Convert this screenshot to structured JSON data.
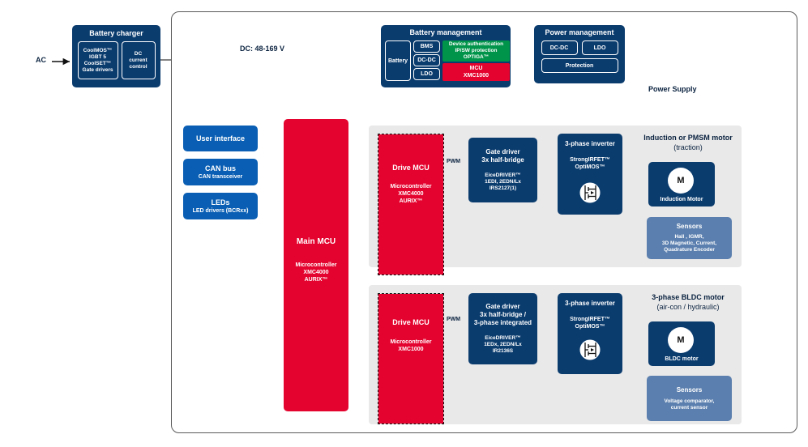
{
  "diagram": {
    "title": "Electric vehicle / motor control system block diagram",
    "colors": {
      "navy": "#0b3c6e",
      "blue": "#0a5fb4",
      "red": "#e4032e",
      "green": "#00944a",
      "slate": "#5b7fae",
      "panel": "#e9e9e9"
    }
  },
  "ac_input": {
    "label": "AC"
  },
  "battery_charger": {
    "title": "Battery charger",
    "left_block": [
      "CoolMOS™",
      "IGBT 5",
      "CoolSET™",
      "Gate drivers"
    ],
    "right_block": [
      "DC",
      "current",
      "control"
    ]
  },
  "dc_link": {
    "label": "DC: 48-169 V"
  },
  "battery_management": {
    "title": "Battery management",
    "battery": "Battery",
    "stack": [
      "BMS",
      "DC-DC",
      "LDO"
    ],
    "optiga": [
      "Device authentication",
      "IP/SW protection",
      "OPTIGA™"
    ],
    "mcu": [
      "MCU",
      "XMC1000"
    ]
  },
  "power_management": {
    "title": "Power management",
    "items": [
      "DC-DC",
      "LDO"
    ],
    "protection": "Protection"
  },
  "power_supply": {
    "label": "Power Supply"
  },
  "left_column": [
    {
      "title": "User interface",
      "sub": ""
    },
    {
      "title": "CAN bus",
      "sub": "CAN transceiver"
    },
    {
      "title": "LEDs",
      "sub": "LED drivers (BCRxx)"
    }
  ],
  "main_mcu": {
    "title": "Main MCU",
    "sub": [
      "Microcontroller",
      "XMC4000",
      "AURIX™"
    ]
  },
  "traction_path": {
    "drive_mcu": {
      "title": "Drive MCU",
      "sub": [
        "Microcontroller",
        "XMC4000",
        "AURIX™"
      ]
    },
    "pwm": "PWM",
    "gate_driver": {
      "title": [
        "Gate driver",
        "3x half-bridge"
      ],
      "sub": [
        "EiceDRIVER™",
        "1EDI, 2EDN/Lx",
        "IRS2127(1)"
      ]
    },
    "inverter": {
      "title": "3-phase inverter",
      "sub": [
        "StrongIRFET™",
        "OptiMOS™"
      ],
      "icon": "mosfet-icon"
    },
    "motor_heading": [
      "Induction or PMSM motor",
      "(traction)"
    ],
    "motor_symbol": "M",
    "motor_label": "Induction Motor",
    "sensors": {
      "title": "Sensors",
      "sub": [
        "Hall , IGMR,",
        "3D Magnetic, Current,",
        "Quadrature Encoder"
      ]
    }
  },
  "auxiliary_path": {
    "drive_mcu": {
      "title": "Drive MCU",
      "sub": [
        "Microcontroller",
        "XMC1000"
      ]
    },
    "pwm": "PWM",
    "gate_driver": {
      "title": [
        "Gate driver",
        "3x half-bridge /",
        "3-phase integrated"
      ],
      "sub": [
        "EiceDRIVER™",
        "1EDx, 2EDN/Lx",
        "IR2136S"
      ]
    },
    "inverter": {
      "title": "3-phase inverter",
      "sub": [
        "StrongIRFET™",
        "OptiMOS™"
      ],
      "icon": "mosfet-icon"
    },
    "motor_heading": [
      "3-phase BLDC motor",
      "(air-con / hydraulic)"
    ],
    "motor_symbol": "M",
    "motor_label": "BLDC motor",
    "sensors": {
      "title": "Sensors",
      "sub": [
        "Voltage comparator,",
        "current sensor"
      ]
    }
  }
}
